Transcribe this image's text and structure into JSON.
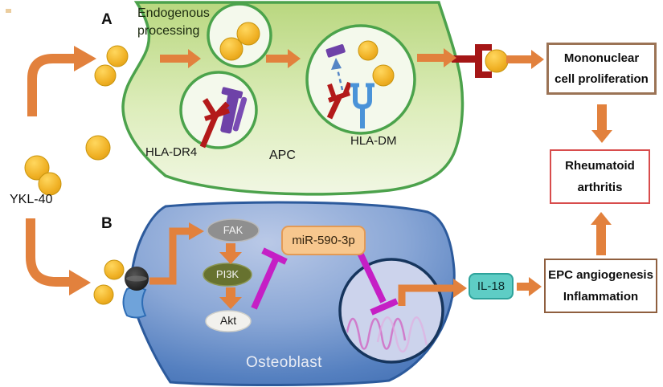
{
  "diagram": {
    "ligand": {
      "label": "YKL-40"
    },
    "panelA": {
      "label": "A",
      "cell_label": "APC",
      "processing_line1": "Endogenous",
      "processing_line2": "processing",
      "receptor1": "HLA-DR4",
      "receptor2": "HLA-DM"
    },
    "panelB": {
      "label": "B",
      "cell_label": "Osteoblast",
      "nodes": {
        "fak": "FAK",
        "pi3k": "PI3K",
        "akt": "Akt"
      },
      "mirna": "miR-590-3p",
      "cytokine": "IL-18"
    },
    "outcomes": {
      "mononuclear": {
        "line1": "Mononuclear",
        "line2": "cell proliferation"
      },
      "rheumatoid": {
        "line1": "Rheumatoid",
        "line2": "arthritis"
      },
      "epc": {
        "line1": "EPC angiogenesis",
        "line2": "Inflammation"
      }
    }
  },
  "colors": {
    "arrow_orange": "#e2813d",
    "ligand_yellow": "#f0b125",
    "inhibition_magenta": "#c51fc5",
    "apc_cell_border": "#4ca24c",
    "osteoblast_border": "#2c5a9c",
    "nucleus_border": "#16355d",
    "receptor_red": "#b31a1a",
    "receptor_purple": "#6e42a8",
    "receptor_blue": "#4a93d8",
    "mir_fill": "#f7c78e",
    "il18_fill": "#5ecdc5",
    "mononuclear_border": "#9b7355",
    "rheumatoid_border": "#d84c4c",
    "epc_border": "#8f5f3f"
  }
}
